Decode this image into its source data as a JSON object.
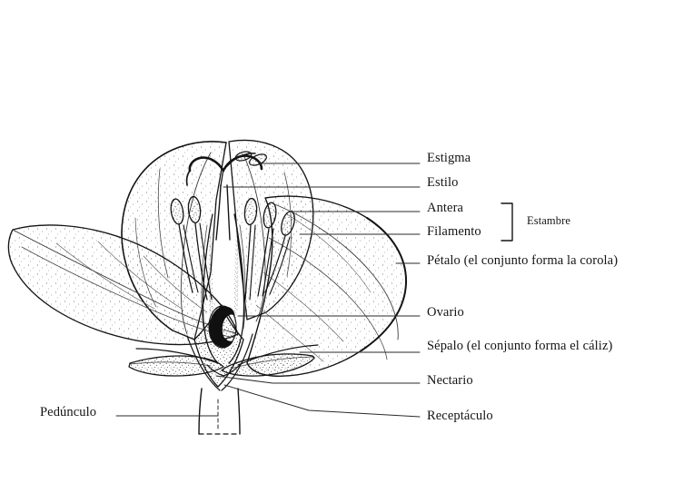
{
  "figure": {
    "kind": "botanical-diagram",
    "subject": "flor",
    "language": "es",
    "background_color": "#ffffff",
    "ink_color": "#141414"
  },
  "labels": {
    "estigma": "Estigma",
    "estilo": "Estilo",
    "antera": "Antera",
    "filamento": "Filamento",
    "estambre": "Estambre",
    "petalo": "Pétalo (el conjunto forma la corola)",
    "ovario": "Ovario",
    "sepalo": "Sépalo (el conjunto forma el cáliz)",
    "nectario": "Nectario",
    "receptaculo": "Receptáculo",
    "pedunculo": "Pedúnculo"
  },
  "bracket": {
    "groups": [
      "Antera",
      "Filamento"
    ],
    "label": "Estambre"
  },
  "parts": [
    {
      "name": "estigma",
      "label": "Estigma"
    },
    {
      "name": "estilo",
      "label": "Estilo"
    },
    {
      "name": "antera",
      "label": "Antera"
    },
    {
      "name": "filamento",
      "label": "Filamento"
    },
    {
      "name": "petalo",
      "label": "Pétalo (el conjunto forma la corola)"
    },
    {
      "name": "ovario",
      "label": "Ovario"
    },
    {
      "name": "sepalo",
      "label": "Sépalo (el conjunto forma el cáliz)"
    },
    {
      "name": "nectario",
      "label": "Nectario"
    },
    {
      "name": "receptaculo",
      "label": "Receptáculo"
    },
    {
      "name": "pedunculo",
      "label": "Pedúnculo"
    }
  ]
}
